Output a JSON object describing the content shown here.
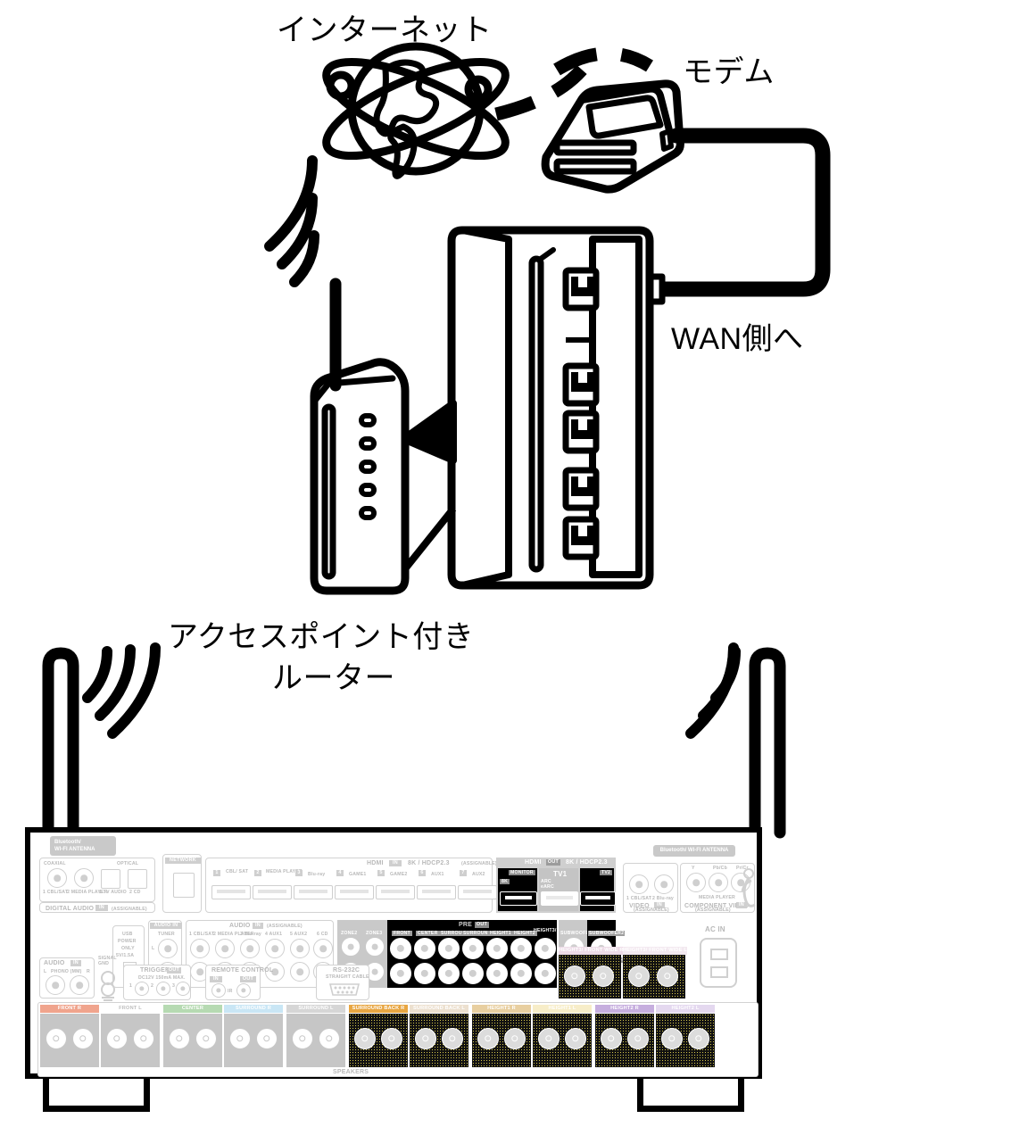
{
  "diagram": {
    "title_internet": "インターネット",
    "title_modem": "モデム",
    "label_wan": "WAN側へ",
    "router_caption_line1": "アクセスポイント付き",
    "router_caption_line2": "ルーター",
    "icons": {
      "globe": "globe-icon",
      "modem": "modem-icon",
      "router": "router-icon",
      "access_point": "access-point-icon",
      "wifi_waves": "wifi-signal-icon",
      "rj45_plug": "rj45-plug-icon",
      "ethernet_cable": "ethernet-cable-icon"
    },
    "router_lan_port_count": 5,
    "ap_led_count": 5
  },
  "receiver": {
    "name": "av-receiver-rear-panel",
    "antenna_left": "Bluetooth/\nWI-FI ANTENNA",
    "antenna_label_line1": "Bluetooth/",
    "antenna_label_line2": "WI-FI ANTENNA",
    "antenna_right_label": "Bluetooth/ WI-FI ANTENNA",
    "ac_in": "AC IN",
    "speakers_label": "SPEAKERS",
    "digital_audio": {
      "group_label": "DIGITAL AUDIO",
      "in_badge": "IN",
      "assignable": "(ASSIGNABLE)",
      "coaxial_label": "COAXIAL",
      "optical_label": "OPTICAL",
      "ports": [
        "1 CBL/SAT",
        "2 MEDIA PLAYER",
        "1 TV AUDIO",
        "2 CD"
      ]
    },
    "network_label": "NETWORK",
    "hdmi_in": {
      "title": "HDMI",
      "in_badge": "IN",
      "spec": "8K / HDCP2.3",
      "assignable": "(ASSIGNABLE)",
      "ports": [
        {
          "num": "1",
          "name": "CBL/\nSAT"
        },
        {
          "num": "2",
          "name": "MEDIA\nPLAYER"
        },
        {
          "num": "3",
          "name": "Blu-ray"
        },
        {
          "num": "4",
          "name": "GAME1"
        },
        {
          "num": "5",
          "name": "GAME2"
        },
        {
          "num": "6",
          "name": "AUX1"
        },
        {
          "num": "7",
          "name": "AUX2"
        }
      ]
    },
    "hdmi_out": {
      "title": "HDMI",
      "out_badge": "OUT",
      "spec": "8K / HDCP2.3",
      "monitor": "MONITOR",
      "monitor_8k": "8K",
      "tv1": "TV1",
      "tv1_arc": "ARC\neARC",
      "tv2": "TV2"
    },
    "video_in": {
      "group_label": "VIDEO",
      "in_badge": "IN",
      "assignable": "(ASSIGNABLE)",
      "ports": [
        "1 CBL/SAT",
        "2 Blu-ray"
      ]
    },
    "component_video": {
      "group_label": "COMPONENT VIDEO",
      "in_badge": "IN",
      "assignable": "(ASSIGNABLE)",
      "source": "MEDIA PLAYER",
      "jacks": [
        "Y",
        "Pb/Cb",
        "Pr/Cr"
      ]
    },
    "audio_in": {
      "group_label": "AUDIO",
      "in_badge": "IN",
      "assignable": "(ASSIGNABLE)",
      "tuner": "TUNER",
      "tuner_group": "AUDIO IN",
      "ports": [
        "1 CBL/SAT",
        "2 MEDIA PLAYER",
        "3 Blu-ray",
        "4 AUX1",
        "5 AUX2",
        "6 CD"
      ],
      "channel_l": "L",
      "channel_r": "R"
    },
    "phono": {
      "group_label": "AUDIO",
      "in_badge": "IN",
      "name": "PHONO (MM)",
      "left": "L",
      "right": "R",
      "signal_gnd": "SIGNAL\nGND"
    },
    "usb": {
      "line1": "USB",
      "line2": "POWER",
      "line3": "ONLY",
      "line4": "5V/1.5A"
    },
    "zones": [
      "ZONE2",
      "ZONE3"
    ],
    "pre_out": {
      "title": "PRE",
      "out_badge": "OUT",
      "channels": [
        "FRONT",
        "CENTER",
        "SURROUND",
        "SURROUND BACK",
        "HEIGHT1",
        "HEIGHT2",
        "HEIGHT3/\nFRONT WIDE"
      ],
      "subwoofers": [
        "SUBWOOFER1",
        "SUBWOOFER2",
        "SUBWOOFER3",
        "SUBWOOFER4"
      ]
    },
    "trigger_out": {
      "title": "TRIGGER",
      "out_badge": "OUT",
      "spec": "DC12V 150mA MAX.",
      "ports": [
        "1",
        "2",
        "3"
      ]
    },
    "remote_control": {
      "title": "REMOTE CONTROL",
      "in_badge": "IN",
      "out_badge": "OUT",
      "ir": "IR"
    },
    "rs232c": {
      "line1": "RS-232C",
      "line2": "STRAIGHT CABLE"
    },
    "height3_terminals": [
      {
        "label": "HEIGHT3/",
        "sub": "FRONT WIDE",
        "side": "R"
      },
      {
        "label": "HEIGHT3/",
        "sub": "FRONT WIDE",
        "side": "L"
      }
    ],
    "speaker_terminals": [
      {
        "label": "FRONT",
        "side": "R",
        "color": "#f0a48d",
        "dark": false
      },
      {
        "label": "FRONT",
        "side": "L",
        "color": "#ffffff",
        "dark": false
      },
      {
        "label": "CENTER",
        "side": "",
        "color": "#b6dab2",
        "dark": false
      },
      {
        "label": "SURROUND",
        "side": "R",
        "color": "#c9e6f5",
        "dark": false
      },
      {
        "label": "SURROUND",
        "side": "L",
        "color": "#d6d6d6",
        "dark": false
      },
      {
        "label": "SURROUND BACK",
        "side": "R",
        "color": "#e8a642",
        "dark": true
      },
      {
        "label": "SURROUND BACK",
        "side": "L",
        "color": "#ece0cf",
        "dark": true
      },
      {
        "label": "HEIGHT1",
        "side": "R",
        "color": "#e8cfa0",
        "dark": true
      },
      {
        "label": "HEIGHT1",
        "side": "L",
        "color": "#f7edc8",
        "dark": true
      },
      {
        "label": "HEIGHT2",
        "side": "R",
        "color": "#c6aede",
        "dark": true
      },
      {
        "label": "HEIGHT2",
        "side": "L",
        "color": "#e4d8ef",
        "dark": true
      }
    ],
    "assignable_tag": "ASSIGNABLE",
    "plus": "+",
    "minus": "−"
  },
  "colors": {
    "line": "#000000",
    "panel_border": "#000000",
    "label_gray": "#b9b9b9",
    "terminal_gray": "#c6c6c6",
    "dark_terminal": "#111111"
  }
}
